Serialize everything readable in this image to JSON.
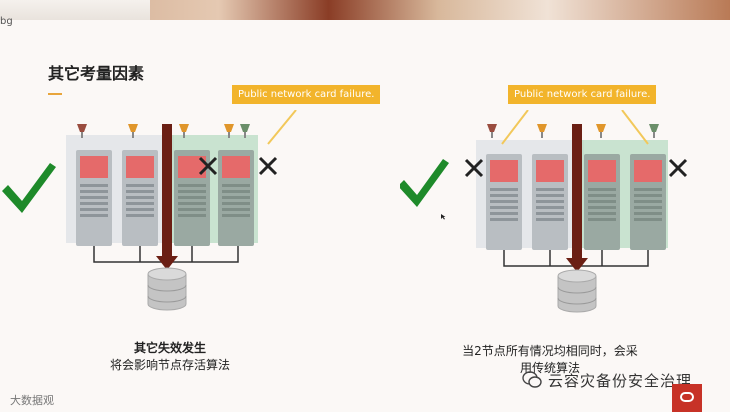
{
  "slide": {
    "corner_tag": "bg",
    "title": "其它考量因素",
    "left_panel": {
      "callout": "Public network card failure.",
      "caption_line1": "其它失效发生",
      "caption_line2": "将会影响节点存活算法"
    },
    "right_panel": {
      "callout": "Public network card failure.",
      "caption_line1": "当2节点所有情况均相同时，会采",
      "caption_line2": "用传统算法"
    },
    "watermark": "云容灾备份安全治理",
    "footer_text": "大数据观",
    "icons": [
      "check-icon",
      "cross-icon",
      "server-icon",
      "database-icon",
      "arrow-icon",
      "wechat-icon",
      "oracle-icon"
    ],
    "colors": {
      "accent": "#f2b42b",
      "check": "#1e8a2a",
      "arrow": "#6b1f14",
      "server_red": "#e56a6a",
      "highlight_green": "#b8dcc3",
      "highlight_gray": "#dde2e6"
    }
  }
}
